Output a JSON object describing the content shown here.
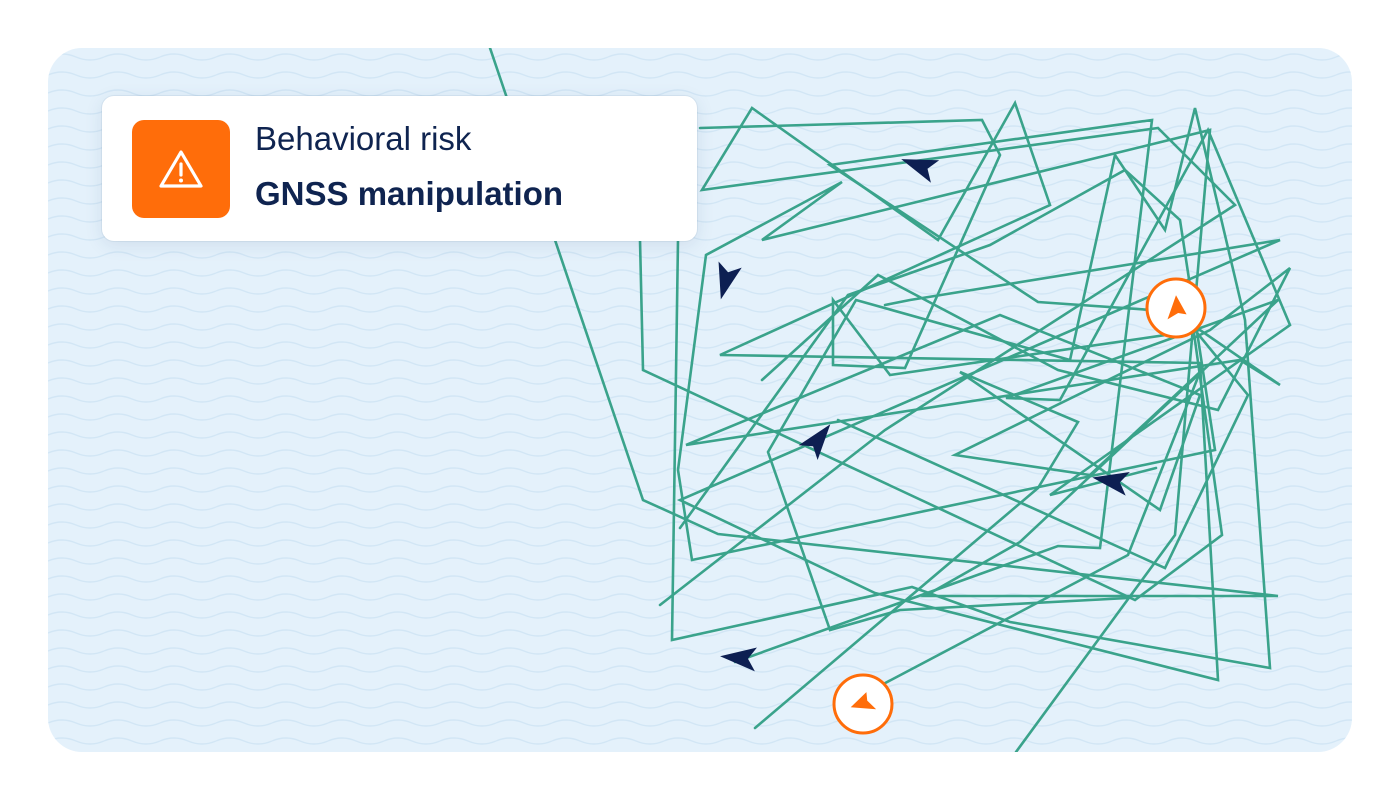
{
  "alert": {
    "category": "Behavioral risk",
    "title": "GNSS manipulation",
    "icon": "warning-triangle-icon"
  },
  "colors": {
    "background": "#e4f1fb",
    "track": "#3aa38b",
    "alert_badge": "#ff6d0a",
    "heading_marker": "#0d1f52",
    "position_marker": "#ff6d0a",
    "text": "#0f2450"
  },
  "map": {
    "track_icon": "gnss-track",
    "heading_marker_icon": "navigation-arrow-icon",
    "position_marker_icon": "location-arrow-icon"
  }
}
